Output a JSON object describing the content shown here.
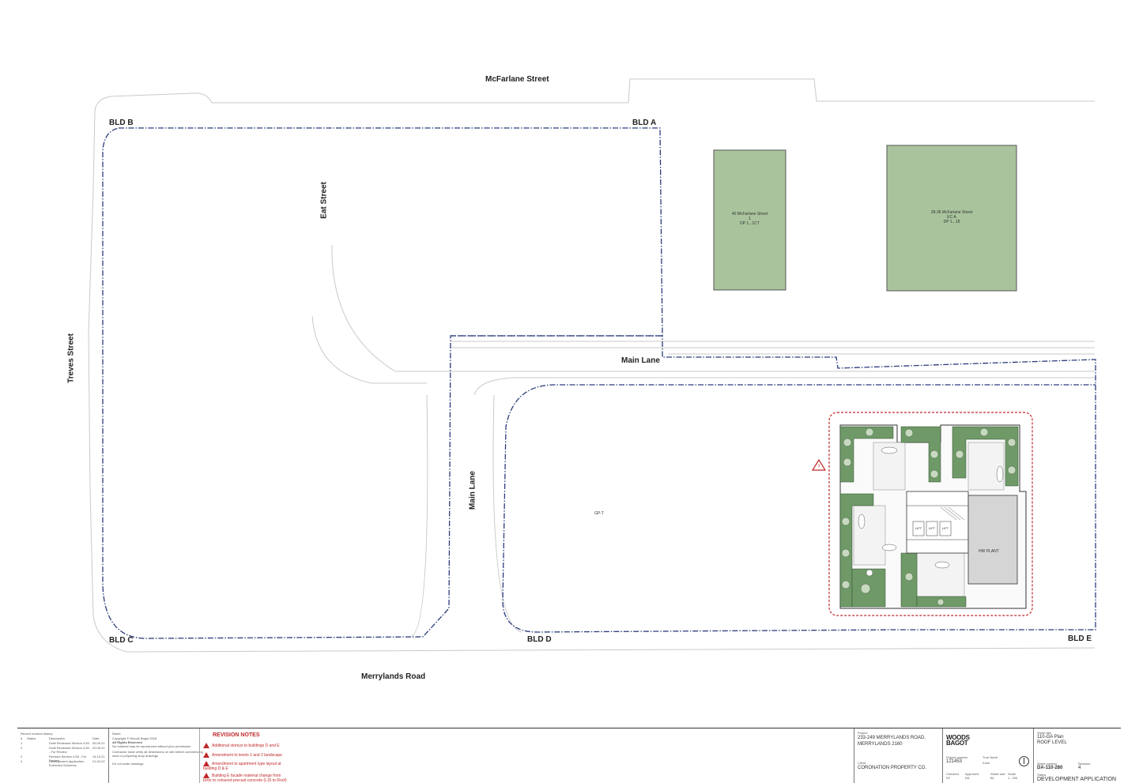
{
  "streets": {
    "north": "McFarlane Street",
    "west": "Treves Street",
    "south": "Merrylands Road",
    "eat_street": "Eat Street",
    "main_lane_h": "Main Lane",
    "main_lane_v": "Main Lane"
  },
  "buildings": {
    "a": "BLD A",
    "b": "BLD B",
    "c": "BLD C",
    "d": "BLD D",
    "e": "BLD E"
  },
  "neighbours": {
    "left": {
      "line1": "40 McFarlane Street",
      "line2": "1",
      "line3": "DP 1...1CT"
    },
    "right": {
      "line1": "28-36 McFarlane Street",
      "line2": "EC A",
      "line3": "DP 1...18"
    }
  },
  "plan_labels": {
    "site_note": "GP-T",
    "plant": "HW PLANT",
    "lift1": "LIFT",
    "lift2": "LIFT",
    "lift3": "LIFT"
  },
  "revision_marker": "1",
  "title_block": {
    "history_title": "Record revision history",
    "history_headers": [
      "#",
      "Status",
      "Description",
      "Date"
    ],
    "history_rows": [
      [
        "1",
        "",
        "Draft Reviewed Section 4.55",
        "05.05.21"
      ],
      [
        "2",
        "",
        "Draft Reviewed Section 4.55 - For Review",
        "20.05.21"
      ],
      [
        "3",
        "",
        "Revised Section 4.55 - For Review",
        "14.10.21"
      ],
      [
        "4",
        "",
        "Development Application - Extended Schemes",
        "21.04.22"
      ]
    ],
    "notes_title": "Notes",
    "notes": [
      "Copyright © Woods Bagot 2018",
      "All Rights Reserved",
      "No material may be reproduced without prior permission",
      "Contractor must verify all dimensions on site before commencing",
      "work or preparing shop drawings",
      "Do not scale drawings"
    ],
    "revision_notes_title": "REVISION NOTES",
    "revision_notes": [
      "Additional storeys to buildings D and E",
      "Amendment to levels 1 and 2 landscape",
      "Amendment to apartment type layout at building D & E",
      "Building E facade material change from brick to coloured precast concrete (L15 to Roof)"
    ],
    "project_label": "Project",
    "project_line1": "233-249 MERRYLANDS ROAD,",
    "project_line2": "MERRYLANDS 2160",
    "client_label": "Client",
    "client": "CORONATION PROPERTY CO.",
    "logo_line1": "WOODS",
    "logo_line2": "BAGOT",
    "project_number_label": "Project number",
    "project_number": "121453",
    "scale_label": "Scale",
    "scale": "1 : 200",
    "checked_label": "Checked",
    "checked": "NT",
    "approved_label": "Approved",
    "approved": "DA",
    "sheet_size_label": "Sheet size",
    "sheet_size": "B1",
    "sheet_title_label": "Sheet title",
    "sheet_title_line1": "110-GA Plan",
    "sheet_title_line2": "ROOF LEVEL",
    "sheet_number_label": "Sheet number",
    "sheet_number": "DA-110-280",
    "revision_label": "Revision",
    "revision": "4",
    "status_label": "Status",
    "status": "DEVELOPMENT APPLICATION",
    "north_label": "True North",
    "north_sub": "Zone"
  },
  "colors": {
    "neighbour_fill": "#a9c49d",
    "boundary": "#2a3b7a",
    "revision_red": "#c0282a",
    "planting": "#6f9a68"
  }
}
